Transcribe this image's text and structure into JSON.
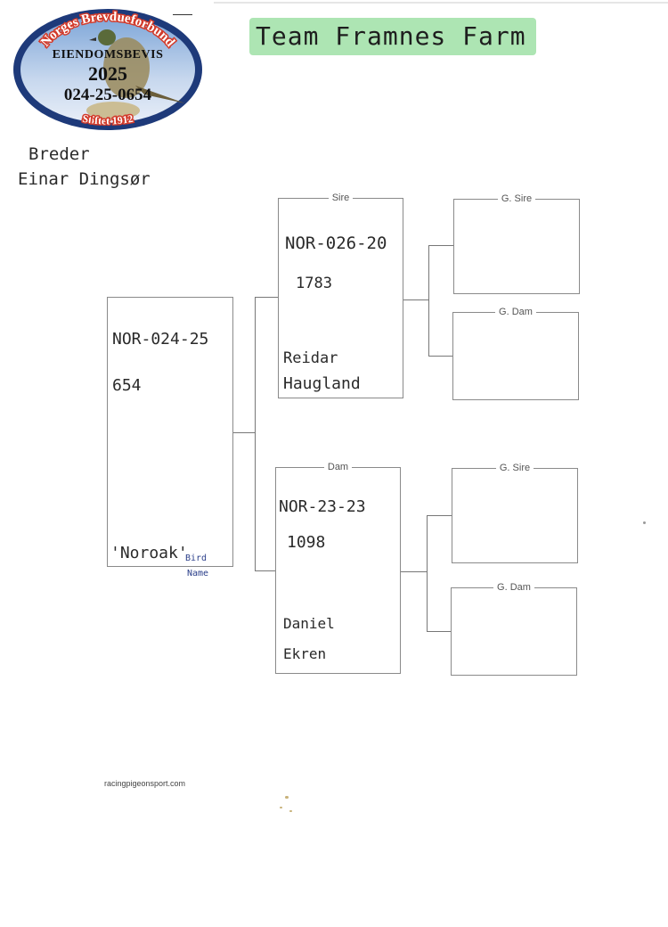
{
  "seal": {
    "arc_top": "Norges Brevdueforbund",
    "title": "EIENDOMSBEVIS",
    "year": "2025",
    "ring": "024-25-0654",
    "arc_bottom": "Stiftet 1912"
  },
  "header": {
    "team": "Team Framnes Farm"
  },
  "breeder": {
    "label": "Breder",
    "name": "Einar Dingsør"
  },
  "bird": {
    "ring": "NOR-024-25",
    "number": "654",
    "name": "'Noroak'",
    "name_note_1": "Bird",
    "name_note_2": "Name"
  },
  "sire": {
    "label": "Sire",
    "ring": "NOR-026-20",
    "number": "1783",
    "owner_first": "Reidar",
    "owner_last": "Haugland"
  },
  "dam": {
    "label": "Dam",
    "ring": "NOR-23-23",
    "number": "1098",
    "owner_first": "Daniel",
    "owner_last": "Ekren"
  },
  "grand": {
    "sire_gsire": "G. Sire",
    "sire_gdam": "G. Dam",
    "dam_gsire": "G. Sire",
    "dam_gdam": "G. Dam"
  },
  "footer": {
    "site": "racingpigeonsport.com"
  },
  "colors": {
    "seal_border": "#1e3a7a",
    "seal_arc": "#d23a2a",
    "highlight": "#9fe0a6"
  }
}
